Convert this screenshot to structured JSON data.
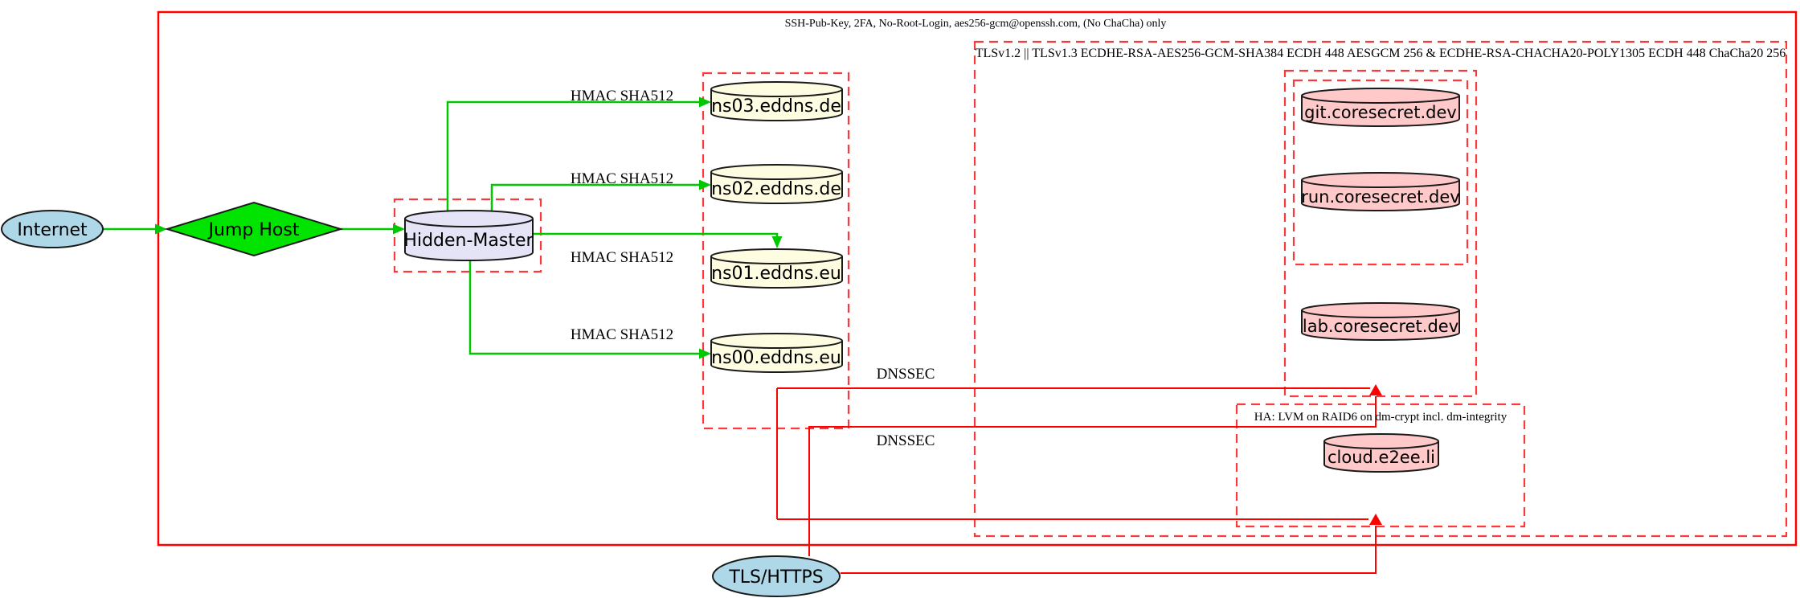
{
  "diagram": {
    "title_hint": "DNS / hosting security architecture diagram",
    "nodes": {
      "internet": {
        "label": "Internet",
        "shape": "ellipse",
        "fill": "#aed7e8"
      },
      "jump_host": {
        "label": "Jump Host",
        "shape": "diamond",
        "fill": "#00e400"
      },
      "hidden_master": {
        "label": "Hidden-Master",
        "shape": "cylinder",
        "fill": "#e4e4f6"
      },
      "ns03": {
        "label": "ns03.eddns.de",
        "shape": "cylinder",
        "fill": "#fffde1"
      },
      "ns02": {
        "label": "ns02.eddns.de",
        "shape": "cylinder",
        "fill": "#fffde1"
      },
      "ns01": {
        "label": "ns01.eddns.eu",
        "shape": "cylinder",
        "fill": "#fffde1"
      },
      "ns00": {
        "label": "ns00.eddns.eu",
        "shape": "cylinder",
        "fill": "#fffde1"
      },
      "git": {
        "label": "git.coresecret.dev",
        "shape": "cylinder",
        "fill": "#ffc9ca"
      },
      "run": {
        "label": "run.coresecret.dev",
        "shape": "cylinder",
        "fill": "#ffc9ca"
      },
      "lab": {
        "label": "lab.coresecret.dev",
        "shape": "cylinder",
        "fill": "#ffc9ca"
      },
      "cloud": {
        "label": "cloud.e2ee.li",
        "shape": "cylinder",
        "fill": "#ffc9ca"
      },
      "tls_https": {
        "label": "TLS/HTTPS",
        "shape": "ellipse",
        "fill": "#aed7e8"
      }
    },
    "clusters": {
      "ssh": {
        "label": "SSH-Pub-Key, 2FA, No-Root-Login, aes256-gcm@openssh.com, (No ChaCha) only",
        "style": "solid red"
      },
      "tls": {
        "label": "TLSv1.2 || TLSv1.3 ECDHE-RSA-AES256-GCM-SHA384 ECDH 448 AESGCM 256 & ECDHE-RSA-CHACHA20-POLY1305 ECDH 448 ChaCha20 256",
        "style": "dashed red"
      },
      "eddns": {
        "label": "",
        "style": "dashed red"
      },
      "hidden_master_box": {
        "label": "",
        "style": "dashed red"
      },
      "coresecret_outer": {
        "label": "",
        "style": "dashed red"
      },
      "git_run_inner": {
        "label": "",
        "style": "dashed red"
      },
      "ha": {
        "label": "HA: LVM on RAID6 on dm-crypt incl. dm-integrity",
        "style": "dashed red"
      }
    },
    "edge_labels": {
      "hmac_ns03": "HMAC SHA512",
      "hmac_ns02": "HMAC SHA512",
      "hmac_ns01": "HMAC SHA512",
      "hmac_ns00": "HMAC SHA512",
      "dnssec_1": "DNSSEC",
      "dnssec_2": "DNSSEC"
    },
    "colors": {
      "green_edge": "#00c800",
      "red_edge": "#ff0000",
      "red_dashed_box": "#fa3a3a",
      "node_stroke": "#1a1a1a",
      "text": "#000000",
      "background": "#ffffff"
    }
  }
}
